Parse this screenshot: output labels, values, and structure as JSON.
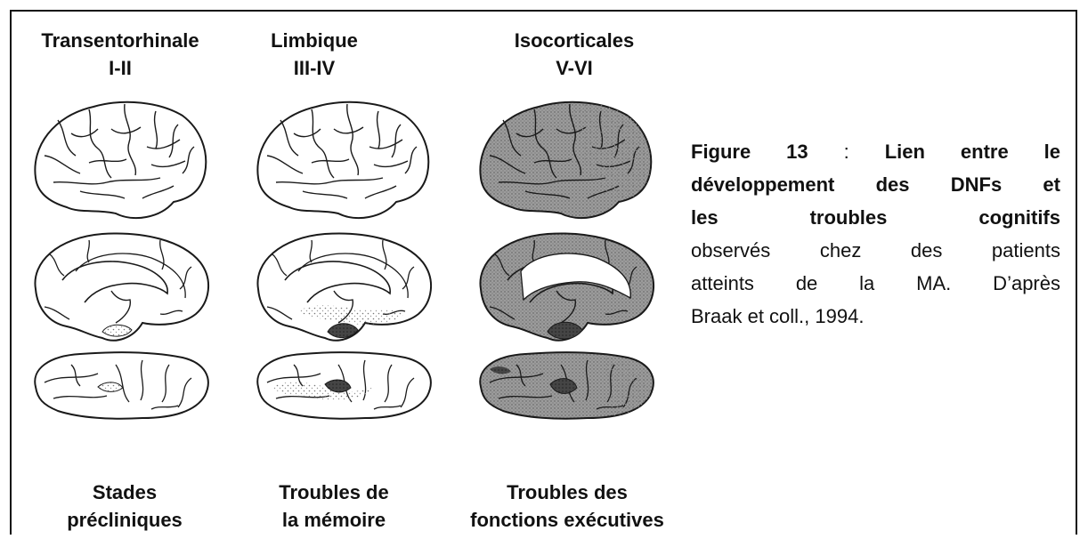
{
  "columns": [
    {
      "stage_name": "Transentorhinale",
      "stage_range": "I-II",
      "outcome_line1": "Stades",
      "outcome_line2": "précliniques"
    },
    {
      "stage_name": "Limbique",
      "stage_range": "III-IV",
      "outcome_line1": "Troubles de",
      "outcome_line2": "la mémoire"
    },
    {
      "stage_name": "Isocorticales",
      "stage_range": "V-VI",
      "outcome_line1": "Troubles des",
      "outcome_line2": "fonctions exécutives"
    }
  ],
  "caption": {
    "label": "Figure 13",
    "separator": " : ",
    "bold_line1": "Lien entre le",
    "bold_line2": "développement des DNFs et",
    "bold_line3": "les troubles cognitifs",
    "line4": "observés chez des patients",
    "line5": "atteints de la MA. D’après",
    "line6": "Braak et coll., 1994."
  },
  "colors": {
    "outline": "#1a1a1a",
    "light_fill": "#ffffff",
    "stipple": "#9a9a9a",
    "mid_shade": "#8c8c8c",
    "dark_shade": "#3a3a3a"
  }
}
